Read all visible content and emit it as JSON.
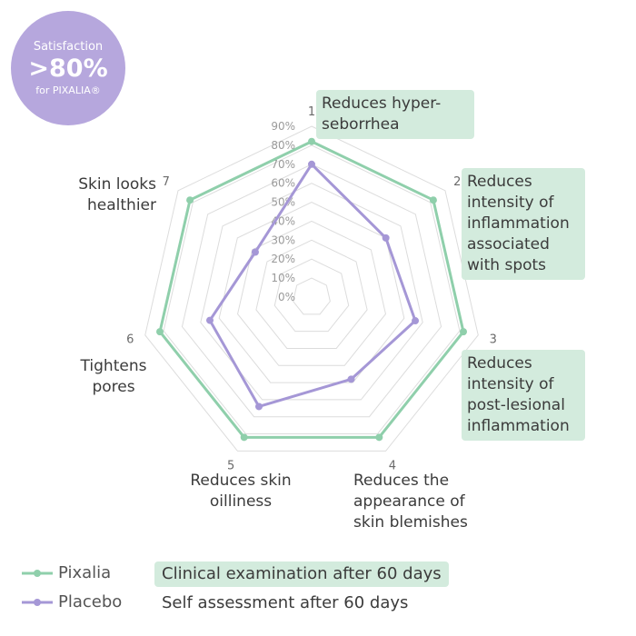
{
  "badge": {
    "line1": "Satisfaction",
    "value": ">80%",
    "line3": "for PIXALIA®"
  },
  "labels": {
    "l1": "Reduces hyper-seborrhea",
    "l2": "Reduces intensity of inflammation associated with spots",
    "l3": "Reduces intensity of post-lesional inflammation",
    "l4": "Reduces the appearance of skin blemishes",
    "l5": "Reduces skin oilliness",
    "l6": "Tightens pores",
    "l7": "Skin looks healthier"
  },
  "legend": {
    "pixalia": "Pixalia",
    "placebo": "Placebo",
    "caption_pixalia": "Clinical examination after 60 days",
    "caption_placebo": "Self assessment after 60 days"
  },
  "colors": {
    "pixalia": "#8fcfab",
    "placebo": "#a597d6",
    "grid": "#dcdcdc",
    "badge": "#b6a7dd",
    "highlight": "#d3ebdd"
  },
  "chart_data": {
    "type": "radar",
    "axes": [
      "1",
      "2",
      "3",
      "4",
      "5",
      "6",
      "7"
    ],
    "ticks": [
      "0%",
      "10%",
      "20%",
      "30%",
      "40%",
      "50%",
      "60%",
      "70%",
      "80%",
      "90%"
    ],
    "range": [
      0,
      90
    ],
    "series": [
      {
        "name": "Pixalia",
        "values": [
          82,
          82,
          82,
          82,
          82,
          82,
          82
        ]
      },
      {
        "name": "Placebo",
        "values": [
          70,
          50,
          56,
          48,
          64,
          55,
          38
        ]
      }
    ]
  }
}
